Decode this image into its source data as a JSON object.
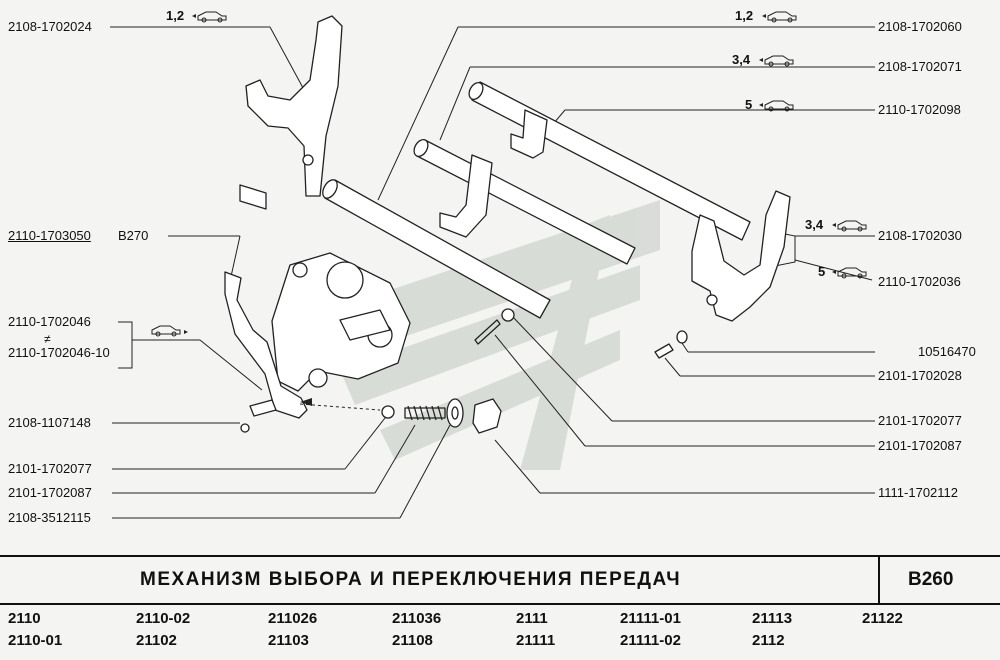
{
  "title": "МЕХАНИЗМ ВЫБОРА И ПЕРЕКЛЮЧЕНИЯ ПЕРЕДАЧ",
  "figure_code": "В260",
  "callouts_left": [
    "2108-1702024",
    "2110-1703050",
    "В270",
    "2110-1702046",
    "≠",
    "2110-1702046-10",
    "2108-1107148",
    "2101-1702077",
    "2101-1702087",
    "2108-3512115"
  ],
  "callouts_right": [
    "2108-1702060",
    "2108-1702071",
    "2110-1702098",
    "2108-1702030",
    "2110-1702036",
    "10516470",
    "2101-1702028",
    "2101-1702077",
    "2101-1702087",
    "1111-1702112"
  ],
  "gear_tags": [
    "1,2",
    "1,2",
    "3,4",
    "5",
    "3,4",
    "5"
  ],
  "models_row1": [
    "2110",
    "2110-02",
    "211026",
    "211036",
    "2111",
    "21111-01",
    "21113",
    "21122"
  ],
  "models_row2": [
    "2110-01",
    "21102",
    "21103",
    "21108",
    "21111",
    "21111-02",
    "2112"
  ]
}
